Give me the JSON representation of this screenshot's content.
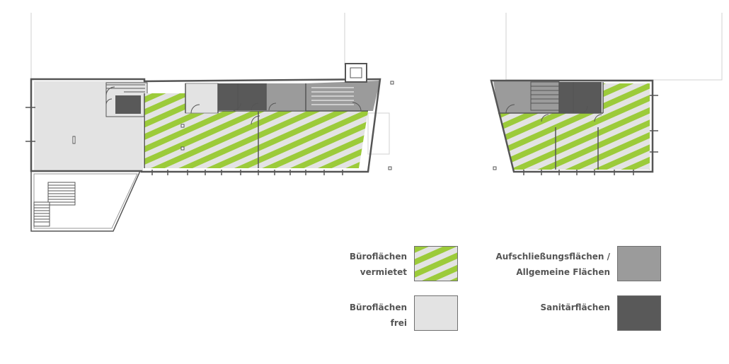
{
  "legend": {
    "items": [
      {
        "key": "rented",
        "line1": "Büroflächen",
        "line2": "vermietet",
        "color": "#9ccb3a"
      },
      {
        "key": "free",
        "line1": "Büroflächen",
        "line2": "frei",
        "color": "#e3e3e3"
      },
      {
        "key": "circulation",
        "line1": "Aufschließungsflächen /",
        "line2": "Allgemeine Flächen",
        "color": "#9b9b9b"
      },
      {
        "key": "sanitary",
        "line1": "Sanitärflächen",
        "line2": "",
        "color": "#595959"
      }
    ]
  },
  "colors": {
    "wall": "#555555",
    "hatch_green": "#9ccb3a",
    "hatch_light": "#e3e3e3",
    "free": "#e3e3e3",
    "circulation": "#9b9b9b",
    "sanitary": "#595959",
    "thin_line": "#c8c8c8"
  }
}
